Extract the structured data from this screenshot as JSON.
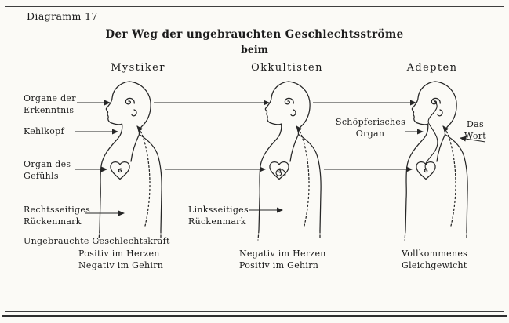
{
  "header": {
    "diagram_label": "Diagramm 17",
    "title": "Der Weg der ungebrauchten Geschlechtsströme",
    "subtitle": "beim"
  },
  "columns": [
    {
      "label": "Mystiker",
      "caption": "Positiv im Herzen\nNegativ im Gehirn"
    },
    {
      "label": "Okkultisten",
      "caption": "Negativ im Herzen\nPositiv im Gehirn"
    },
    {
      "label": "Adepten",
      "caption": "Vollkommenes\nGleichgewicht"
    }
  ],
  "labels": {
    "organs_of_cognition": "Organe der\nErkenntnis",
    "larynx": "Kehlkopf",
    "organ_of_feeling": "Organ des\nGefühls",
    "right_spinal_cord": "Rechtsseitiges\nRückenmark",
    "left_spinal_cord": "Linksseitiges\nRückenmark",
    "creative_organ": "Schöpferisches\nOrgan",
    "the_word": "Das\nWort",
    "unused_sex_force": "Ungebrauchte Geschlechtskraft"
  },
  "colors": {
    "ink": "#262626",
    "paper": "#fbfaf6"
  }
}
